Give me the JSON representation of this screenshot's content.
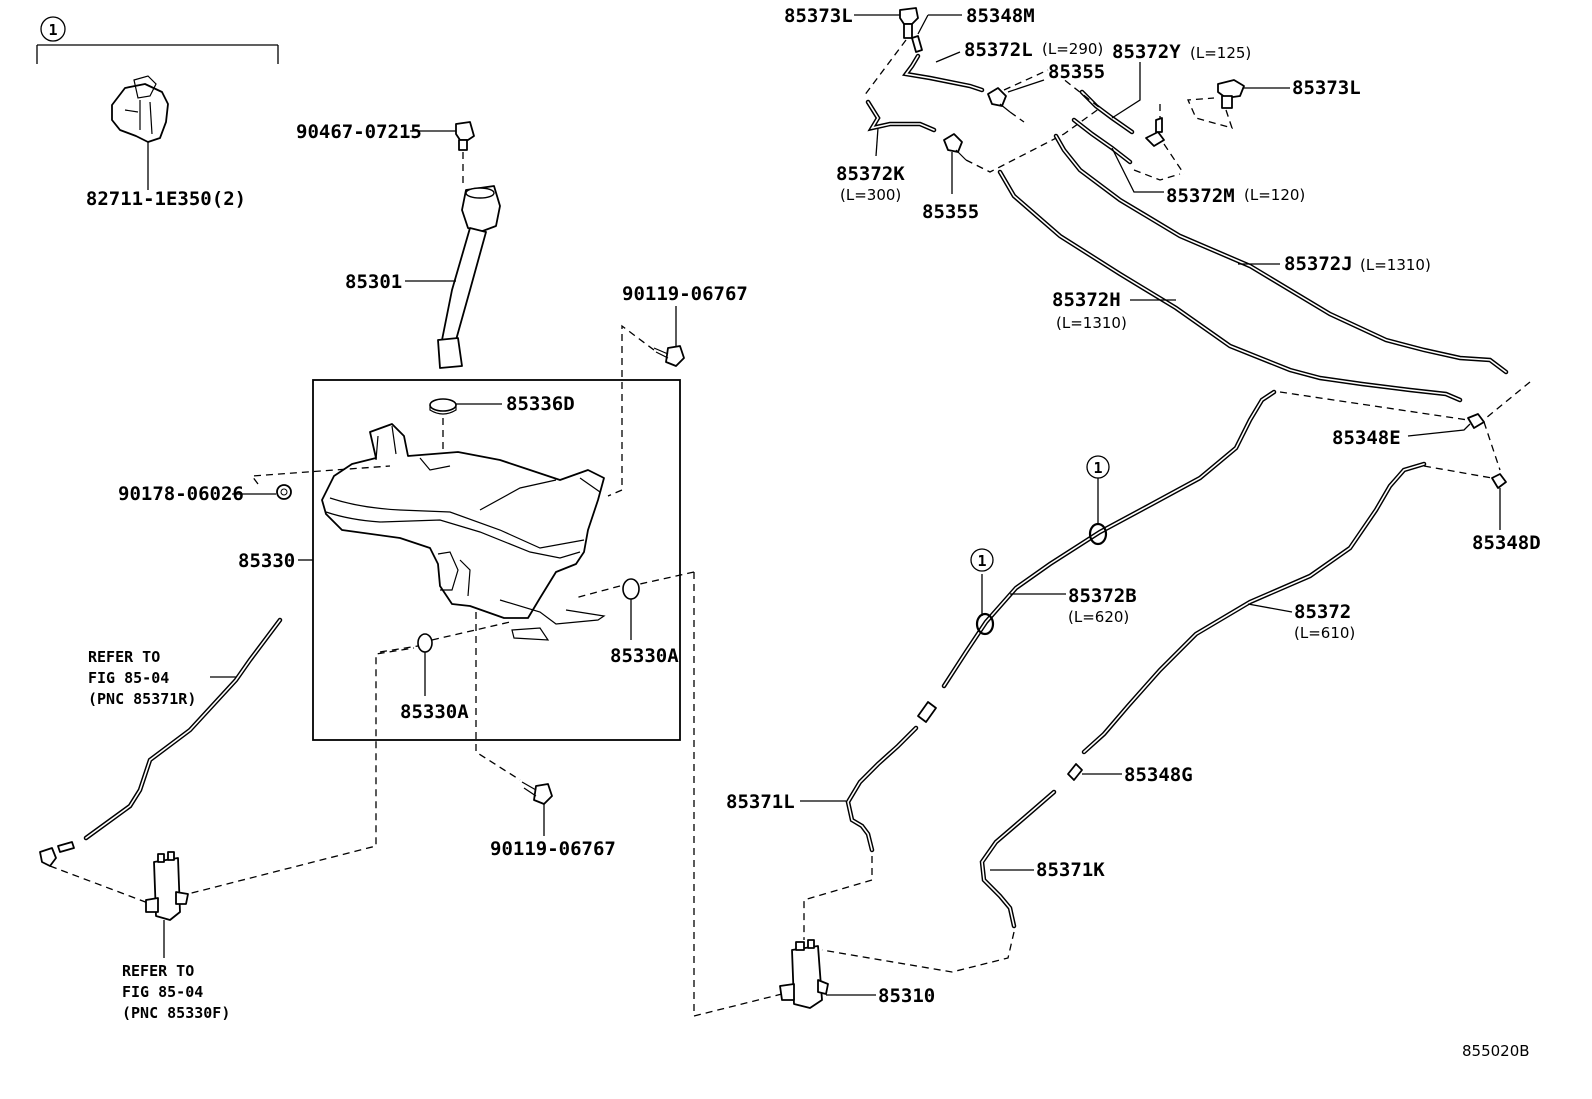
{
  "diagram_id": "855020B",
  "callout_marker": "1",
  "group_label": {
    "marker": "1",
    "part": "82711-1E350(2)"
  },
  "tank_parts": {
    "cap_clip": "90467-07215",
    "inlet_pipe": "85301",
    "bolt_top": "90119-06767",
    "cap_seal": "85336D",
    "grommet_nut": "90178-06026",
    "tank": "85330",
    "grommet_right": "85330A",
    "grommet_left": "85330A",
    "bolt_bottom": "90119-06767"
  },
  "refer_notes": {
    "hose": [
      "REFER TO",
      "FIG 85-04",
      "(PNC 85371R)"
    ],
    "pump": [
      "REFER TO",
      "FIG 85-04",
      "(PNC 85330F)"
    ]
  },
  "rear_parts": [
    {
      "key": "n85373L_a",
      "part": "85373L",
      "length": ""
    },
    {
      "key": "n85348M",
      "part": "85348M",
      "length": ""
    },
    {
      "key": "n85372L",
      "part": "85372L",
      "length": "(L=290)"
    },
    {
      "key": "n85355_a",
      "part": "85355",
      "length": ""
    },
    {
      "key": "n85372Y",
      "part": "85372Y",
      "length": "(L=125)"
    },
    {
      "key": "n85373L_b",
      "part": "85373L",
      "length": ""
    },
    {
      "key": "n85372K",
      "part": "85372K",
      "length": "(L=300)"
    },
    {
      "key": "n85355_b",
      "part": "85355",
      "length": ""
    },
    {
      "key": "n85372M",
      "part": "85372M",
      "length": "(L=120)"
    },
    {
      "key": "n85372J",
      "part": "85372J",
      "length": "(L=1310)"
    },
    {
      "key": "n85372H",
      "part": "85372H",
      "length": "(L=1310)"
    },
    {
      "key": "n85348E",
      "part": "85348E",
      "length": ""
    },
    {
      "key": "n85348D",
      "part": "85348D",
      "length": ""
    },
    {
      "key": "n85372B",
      "part": "85372B",
      "length": "(L=620)"
    },
    {
      "key": "n85372",
      "part": "85372",
      "length": "(L=610)"
    },
    {
      "key": "n85348G",
      "part": "85348G",
      "length": ""
    },
    {
      "key": "n85371L",
      "part": "85371L",
      "length": ""
    },
    {
      "key": "n85371K",
      "part": "85371K",
      "length": ""
    },
    {
      "key": "n85310",
      "part": "85310",
      "length": ""
    }
  ]
}
